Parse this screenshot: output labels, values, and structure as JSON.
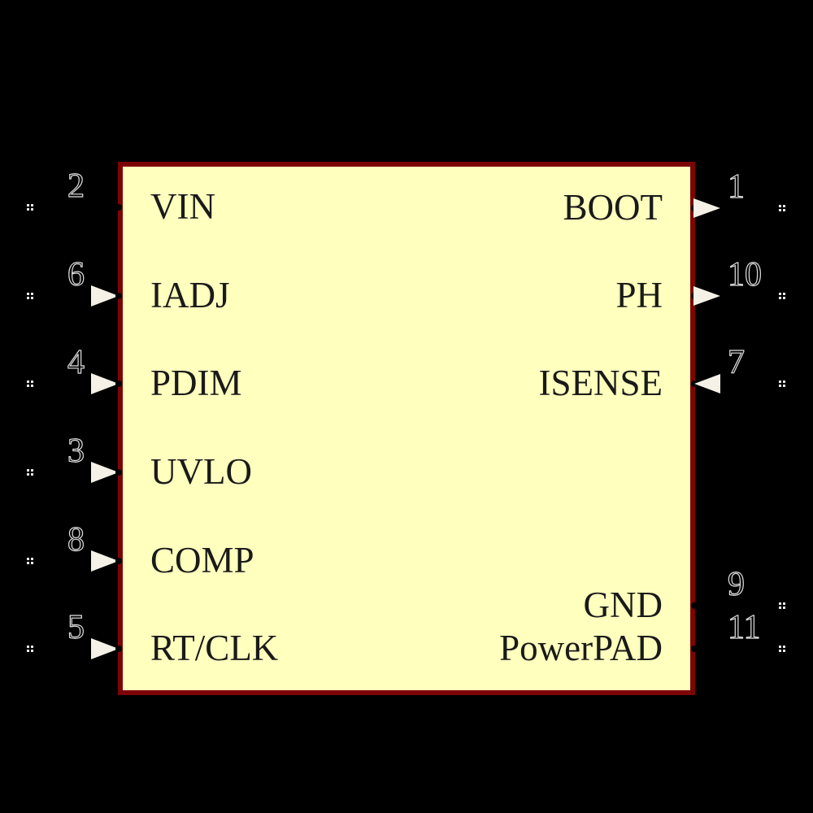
{
  "symbol": {
    "kind": "ic-schematic-symbol",
    "colors": {
      "background": "#000000",
      "body_fill": "#FFFFBE",
      "body_border": "#7D0404",
      "label_ink": "#1a1a1a",
      "arrow": "#F5F1E6",
      "number_outline": "#DCDCDC",
      "grid_mark": "#E8E8E8"
    }
  },
  "pins": {
    "left": [
      {
        "number": "2",
        "label": "VIN",
        "direction": "none"
      },
      {
        "number": "6",
        "label": "IADJ",
        "direction": "input"
      },
      {
        "number": "4",
        "label": "PDIM",
        "direction": "input"
      },
      {
        "number": "3",
        "label": "UVLO",
        "direction": "input"
      },
      {
        "number": "8",
        "label": "COMP",
        "direction": "input"
      },
      {
        "number": "5",
        "label": "RT/CLK",
        "direction": "input"
      }
    ],
    "right": [
      {
        "number": "1",
        "label": "BOOT",
        "direction": "output"
      },
      {
        "number": "10",
        "label": "PH",
        "direction": "output"
      },
      {
        "number": "7",
        "label": "ISENSE",
        "direction": "input"
      },
      {
        "number": "9",
        "label": "GND",
        "direction": "none"
      },
      {
        "number": "11",
        "label": "PowerPAD",
        "direction": "none"
      }
    ]
  }
}
